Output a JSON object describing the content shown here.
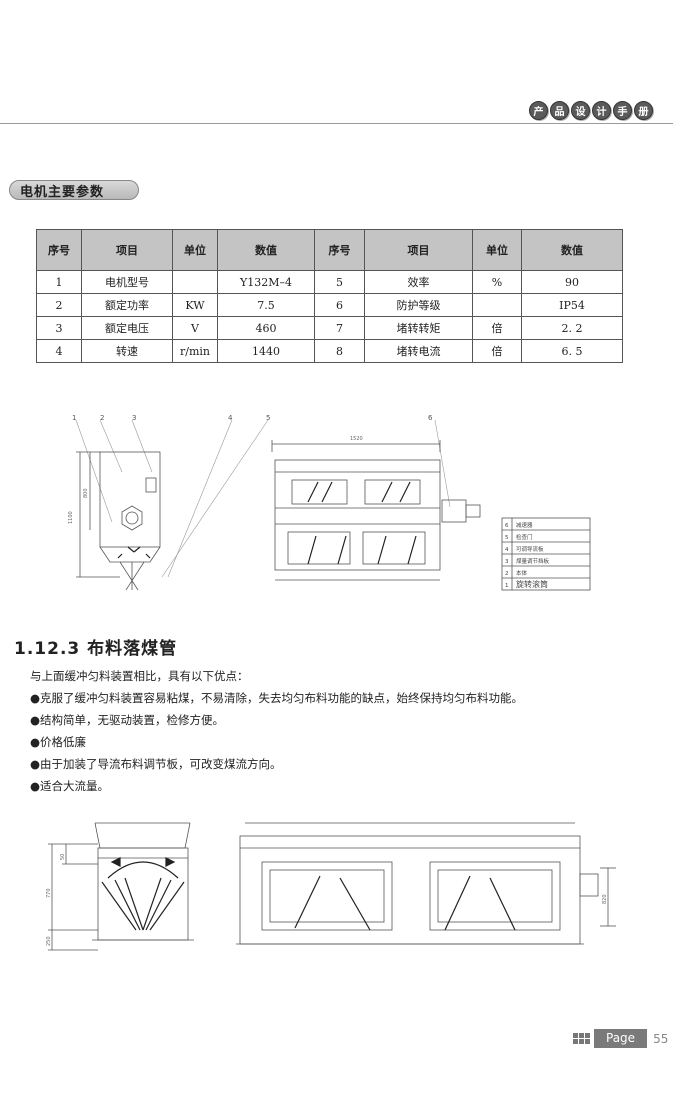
{
  "header": {
    "chars": [
      "产",
      "品",
      "设",
      "计",
      "手",
      "册"
    ]
  },
  "section_tab": "电机主要参数",
  "table": {
    "headers": [
      "序号",
      "项目",
      "单位",
      "数值",
      "序号",
      "项目",
      "单位",
      "数值"
    ],
    "rows": [
      [
        "1",
        "电机型号",
        "",
        "Y132M–4",
        "5",
        "效率",
        "%",
        "90"
      ],
      [
        "2",
        "额定功率",
        "KW",
        "7.5",
        "6",
        "防护等级",
        "",
        "IP54"
      ],
      [
        "3",
        "额定电压",
        "V",
        "460",
        "7",
        "堵转转矩",
        "倍",
        "2. 2"
      ],
      [
        "4",
        "转速",
        "r/min",
        "1440",
        "8",
        "堵转电流",
        "倍",
        "6. 5"
      ]
    ]
  },
  "drawing1": {
    "callouts": [
      "1",
      "2",
      "3",
      "4",
      "5",
      "6"
    ],
    "dim_top": "1520",
    "dim_left1": "1100",
    "dim_left2": "800",
    "legend": [
      {
        "no": "6",
        "name": "减速器"
      },
      {
        "no": "5",
        "name": "检查门"
      },
      {
        "no": "4",
        "name": "可调导流板"
      },
      {
        "no": "3",
        "name": "煤量调节挡板"
      },
      {
        "no": "2",
        "name": "本体"
      },
      {
        "no": "1",
        "name": "旋转滚筒"
      }
    ]
  },
  "section_heading": "1.12.3 布料落煤管",
  "paragraphs": [
    "与上面缓冲匀料装置相比，具有以下优点：",
    "●克服了缓冲匀料装置容易粘煤，不易清除，失去均匀布料功能的缺点，始终保持均匀布料功能。",
    "●结构简单，无驱动装置，检修方便。",
    "●价格低廉",
    "●由于加装了导流布料调节板，可改变煤流方向。",
    "●适合大流量。"
  ],
  "drawing2": {
    "dims": [
      "50",
      "770",
      "250",
      "820"
    ]
  },
  "footer": {
    "label": "Page",
    "number": "55"
  }
}
